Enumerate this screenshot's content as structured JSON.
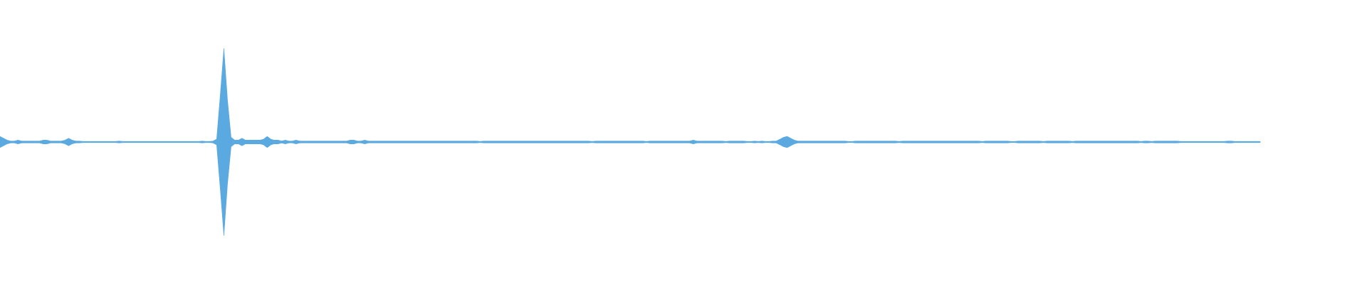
{
  "waveform": {
    "color": "#5aa9e0",
    "background": "#ffffff",
    "amplitude_scale": "linear",
    "samples": [
      0.06,
      0.04,
      0.02,
      0.01,
      0.01,
      0.02,
      0.01,
      0.01,
      0.01,
      0.01,
      0.01,
      0.01,
      0.02,
      0.02,
      0.01,
      0.01,
      0.01,
      0.01,
      0.02,
      0.04,
      0.02,
      0.01,
      0.01,
      0.0,
      0.0,
      0.0,
      0.0,
      0.0,
      0.0,
      0.0,
      0.0,
      0.0,
      0.0,
      0.01,
      0.0,
      0.0,
      0.0,
      0.0,
      0.0,
      0.0,
      0.0,
      0.0,
      0.0,
      0.0,
      0.0,
      0.0,
      0.0,
      0.0,
      0.0,
      0.0,
      0.0,
      0.0,
      0.0,
      0.0,
      0.0,
      0.0,
      0.01,
      0.0,
      0.0,
      0.01,
      0.03,
      0.5,
      1.0,
      0.45,
      0.05,
      0.02,
      0.02,
      0.04,
      0.02,
      0.02,
      0.02,
      0.02,
      0.02,
      0.03,
      0.06,
      0.03,
      0.02,
      0.02,
      0.01,
      0.02,
      0.01,
      0.01,
      0.02,
      0.01,
      0.01,
      0.01,
      0.01,
      0.01,
      0.01,
      0.01,
      0.01,
      0.01,
      0.01,
      0.01,
      0.01,
      0.01,
      0.01,
      0.02,
      0.02,
      0.01,
      0.01,
      0.02,
      0.01,
      0.01,
      0.01,
      0.01,
      0.01,
      0.01,
      0.01,
      0.01,
      0.01,
      0.01,
      0.01,
      0.01,
      0.01,
      0.01,
      0.01,
      0.01,
      0.01,
      0.01,
      0.01,
      0.01,
      0.01,
      0.01,
      0.01,
      0.01,
      0.01,
      0.01,
      0.01,
      0.01,
      0.01,
      0.01,
      0.01,
      0.0,
      0.01,
      0.01,
      0.01,
      0.01,
      0.01,
      0.01,
      0.01,
      0.01,
      0.01,
      0.01,
      0.01,
      0.01,
      0.01,
      0.01,
      0.01,
      0.01,
      0.01,
      0.01,
      0.01,
      0.01,
      0.01,
      0.01,
      0.01,
      0.01,
      0.01,
      0.01,
      0.01,
      0.01,
      0.01,
      0.01,
      0.0,
      0.01,
      0.01,
      0.01,
      0.01,
      0.01,
      0.01,
      0.01,
      0.01,
      0.01,
      0.01,
      0.01,
      0.01,
      0.01,
      0.01,
      0.0,
      0.01,
      0.01,
      0.01,
      0.01,
      0.01,
      0.01,
      0.01,
      0.01,
      0.01,
      0.01,
      0.01,
      0.01,
      0.02,
      0.01,
      0.01,
      0.01,
      0.01,
      0.01,
      0.01,
      0.01,
      0.01,
      0.0,
      0.01,
      0.01,
      0.01,
      0.01,
      0.01,
      0.0,
      0.0,
      0.01,
      0.0,
      0.01,
      0.0,
      0.0,
      0.01,
      0.01,
      0.03,
      0.05,
      0.06,
      0.04,
      0.02,
      0.01,
      0.01,
      0.01,
      0.01,
      0.01,
      0.01,
      0.01,
      0.01,
      0.01,
      0.01,
      0.01,
      0.01,
      0.01,
      0.01,
      0.0,
      0.0,
      0.01,
      0.01,
      0.01,
      0.01,
      0.01,
      0.01,
      0.01,
      0.01,
      0.01,
      0.01,
      0.01,
      0.01,
      0.0,
      0.01,
      0.01,
      0.01,
      0.01,
      0.01,
      0.01,
      0.01,
      0.01,
      0.01,
      0.01,
      0.01,
      0.01,
      0.01,
      0.01,
      0.01,
      0.01,
      0.01,
      0.01,
      0.01,
      0.01,
      0.01,
      0.01,
      0.0,
      0.01,
      0.01,
      0.01,
      0.01,
      0.01,
      0.01,
      0.01,
      0.0,
      0.0,
      0.01,
      0.01,
      0.01,
      0.01,
      0.01,
      0.01,
      0.01,
      0.0,
      0.01,
      0.01,
      0.01,
      0.01,
      0.01,
      0.01,
      0.01,
      0.0,
      0.01,
      0.01,
      0.01,
      0.01,
      0.01,
      0.01,
      0.01,
      0.01,
      0.01,
      0.01,
      0.01,
      0.01,
      0.01,
      0.01,
      0.01,
      0.01,
      0.01,
      0.01,
      0.0,
      0.01,
      0.01,
      0.0,
      0.01,
      0.01,
      0.01,
      0.01,
      0.01,
      0.01,
      0.01,
      0.0,
      0.0,
      0.0,
      0.0,
      0.0,
      0.0,
      0.0,
      0.0,
      0.0,
      0.0,
      0.0,
      0.0,
      0.0,
      0.01,
      0.01,
      0.0,
      0.0,
      0.0,
      0.0,
      0.0,
      0.0,
      0.0,
      0.0
    ]
  }
}
